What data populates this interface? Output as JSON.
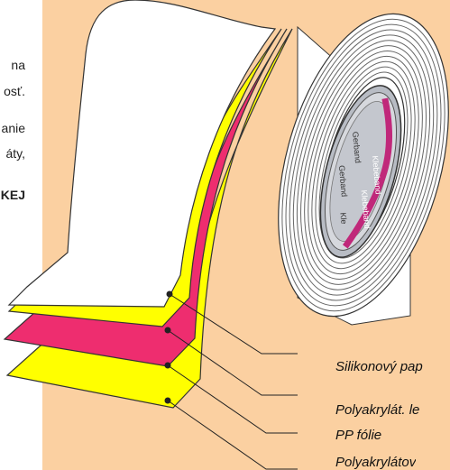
{
  "left_text": [
    "na",
    "osť.",
    "anie",
    "áty,",
    "KEJ"
  ],
  "labels": [
    "Silikonový pap",
    "Polyakrylát. le",
    "PP fólie",
    "Polyakrylátov"
  ],
  "core_text": [
    "Gerband",
    "Klebeband",
    "Gerband",
    "Klebeband",
    "Kle"
  ],
  "colors": {
    "background": "#fbd0a1",
    "paper": "#ffffff",
    "adhesive": "#ffff00",
    "film": "#ee2d6f",
    "core": "#c9ccd2"
  }
}
